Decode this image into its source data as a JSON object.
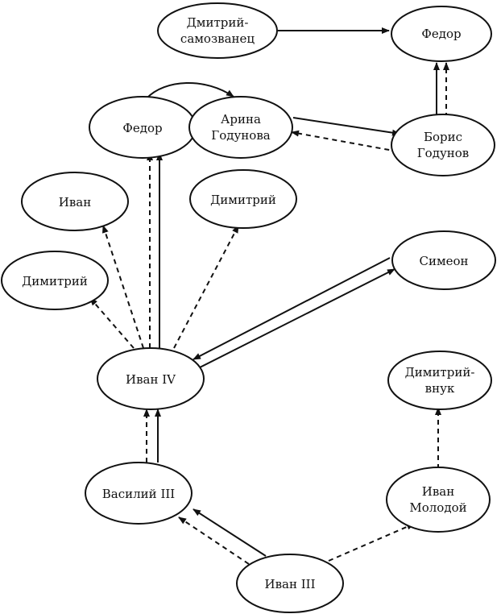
{
  "nodes": [
    {
      "id": "dmitry_pretender",
      "lines": [
        "Дмитрий-",
        "самозванец"
      ]
    },
    {
      "id": "fedor_top",
      "lines": [
        "Федор"
      ]
    },
    {
      "id": "fedor",
      "lines": [
        "Федор"
      ]
    },
    {
      "id": "arina",
      "lines": [
        "Арина",
        "Годунова"
      ]
    },
    {
      "id": "boris",
      "lines": [
        "Борис",
        "Годунов"
      ]
    },
    {
      "id": "ivan_son",
      "lines": [
        "Иван"
      ]
    },
    {
      "id": "dimitry_a",
      "lines": [
        "Димитрий"
      ]
    },
    {
      "id": "dimitry_b",
      "lines": [
        "Димитрий"
      ]
    },
    {
      "id": "simeon",
      "lines": [
        "Симеон"
      ]
    },
    {
      "id": "ivan4",
      "lines": [
        "Иван IV"
      ]
    },
    {
      "id": "dimitry_grandson",
      "lines": [
        "Димитрий-",
        "внук"
      ]
    },
    {
      "id": "vasily3",
      "lines": [
        "Василий III"
      ]
    },
    {
      "id": "ivan_young",
      "lines": [
        "Иван",
        "Молодой"
      ]
    },
    {
      "id": "ivan3",
      "lines": [
        "Иван III"
      ]
    }
  ],
  "edges": [
    {
      "from": "dmitry_pretender",
      "to": "fedor_top",
      "style": "solid"
    },
    {
      "from": "boris",
      "to": "fedor_top",
      "style": "solid"
    },
    {
      "from": "boris",
      "to": "fedor_top",
      "style": "dashed"
    },
    {
      "from": "fedor",
      "to": "arina",
      "style": "solid"
    },
    {
      "from": "arina",
      "to": "boris",
      "style": "solid"
    },
    {
      "from": "boris",
      "to": "arina",
      "style": "dashed"
    },
    {
      "from": "ivan4",
      "to": "fedor",
      "style": "solid"
    },
    {
      "from": "ivan4",
      "to": "fedor",
      "style": "dashed"
    },
    {
      "from": "ivan4",
      "to": "ivan_son",
      "style": "dashed"
    },
    {
      "from": "ivan4",
      "to": "dimitry_a",
      "style": "dashed"
    },
    {
      "from": "ivan4",
      "to": "dimitry_b",
      "style": "dashed"
    },
    {
      "from": "ivan4",
      "to": "simeon",
      "style": "solid"
    },
    {
      "from": "simeon",
      "to": "ivan4",
      "style": "solid"
    },
    {
      "from": "vasily3",
      "to": "ivan4",
      "style": "solid"
    },
    {
      "from": "vasily3",
      "to": "ivan4",
      "style": "dashed"
    },
    {
      "from": "ivan3",
      "to": "vasily3",
      "style": "solid"
    },
    {
      "from": "ivan3",
      "to": "vasily3",
      "style": "dashed"
    },
    {
      "from": "ivan3",
      "to": "ivan_young",
      "style": "dashed"
    },
    {
      "from": "ivan_young",
      "to": "dimitry_grandson",
      "style": "dashed"
    }
  ]
}
